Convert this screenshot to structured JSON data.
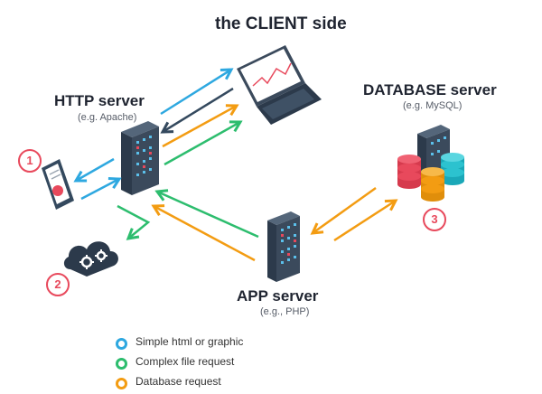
{
  "title": "the CLIENT side",
  "http_server": {
    "name": "HTTP server",
    "example": "(e.g. Apache)"
  },
  "database_server": {
    "name": "DATABASE server",
    "example": "(e.g. MySQL)"
  },
  "app_server": {
    "name": "APP server",
    "example": "(e.g., PHP)"
  },
  "markers": [
    "1",
    "2",
    "3"
  ],
  "legend": [
    {
      "label": "Simple html or graphic",
      "color": "#2ea8e0"
    },
    {
      "label": "Complex file request",
      "color": "#2dbd6e"
    },
    {
      "label": "Database request",
      "color": "#f39c12"
    }
  ],
  "colors": {
    "blue": "#2ea8e0",
    "green": "#2dbd6e",
    "orange": "#f39c12",
    "dark": "#34495e",
    "red": "#e8495c"
  }
}
